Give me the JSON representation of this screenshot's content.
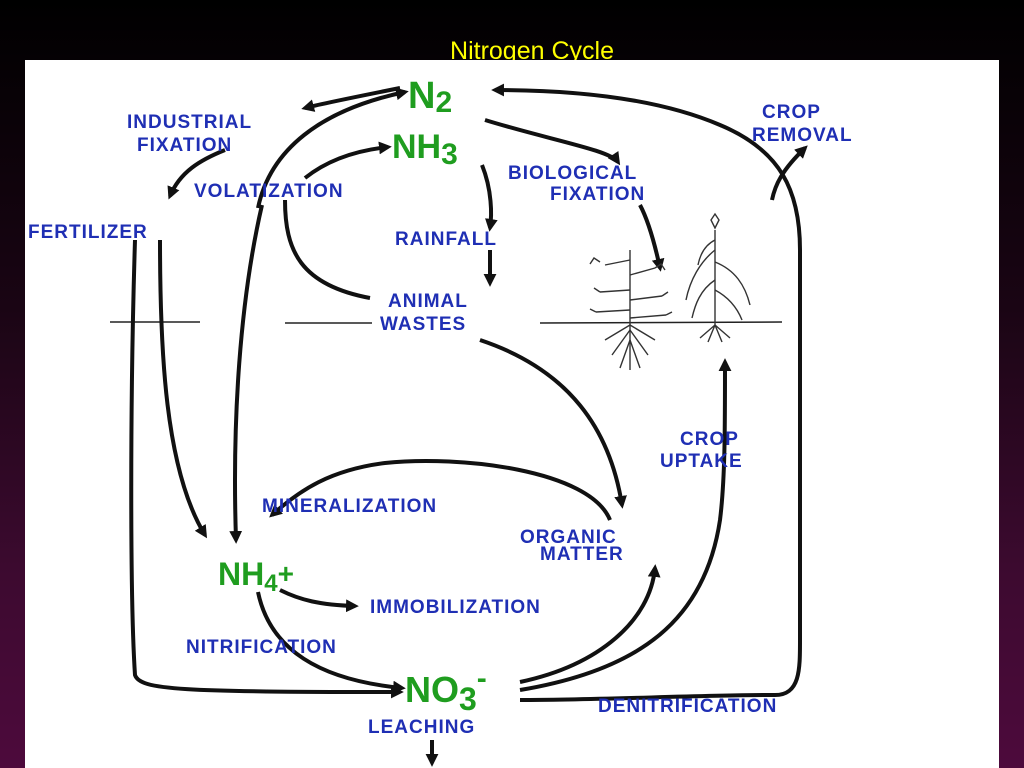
{
  "slide": {
    "title": "Nitrogen Cycle"
  },
  "compounds": {
    "n2": {
      "base": "N",
      "sub": "2"
    },
    "nh3": {
      "base": "NH",
      "sub": "3"
    },
    "nh4": {
      "base": "NH",
      "sub": "4",
      "sup": "+"
    },
    "no3": {
      "base": "NO",
      "sub": "3",
      "sup": "-"
    }
  },
  "labels": {
    "industrial_fixation": [
      "INDUSTRIAL",
      "FIXATION"
    ],
    "crop_removal": [
      "CROP",
      "REMOVAL"
    ],
    "biological_fixation": [
      "BIOLOGICAL",
      "FIXATION"
    ],
    "volatization": "VOLATIZATION",
    "fertilizer": "FERTILIZER",
    "rainfall": "RAINFALL",
    "animal_wastes": [
      "ANIMAL",
      "WASTES"
    ],
    "crop_uptake": [
      "CROP",
      "UPTAKE"
    ],
    "mineralization": "MINERALIZATION",
    "organic_matter": [
      "ORGANIC",
      "MATTER"
    ],
    "immobilization": "IMMOBILIZATION",
    "nitrification": "NITRIFICATION",
    "denitrification": "DENITRIFICATION",
    "leaching": "LEACHING"
  },
  "colors": {
    "label_blue": "#1f2fb4",
    "compound_green": "#1f9d1f",
    "title_yellow": "#ffff00"
  }
}
